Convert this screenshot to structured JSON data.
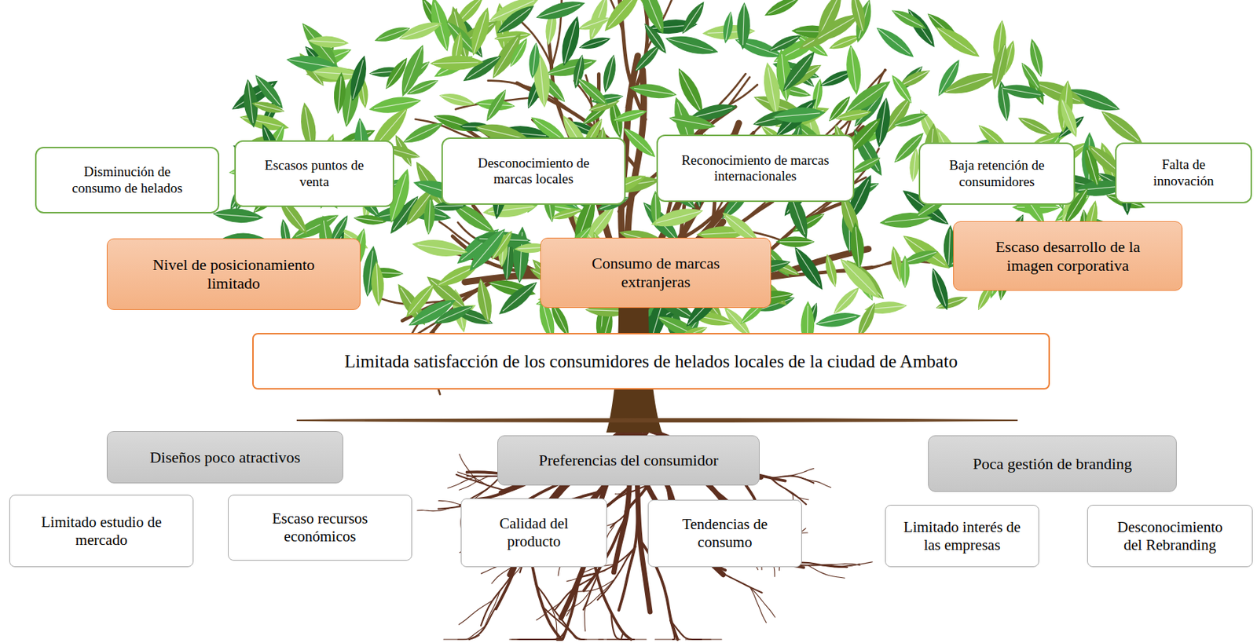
{
  "diagram": {
    "nodes": [
      {
        "text": [
          "Disminución de consumo de helados"
        ]
      },
      {
        "text": [
          "Escasos puntos de venta"
        ]
      },
      {
        "text": [
          "Desconocimiento de marcas locales"
        ]
      },
      {
        "text": [
          "Reconocimiento de marcas internacionales"
        ]
      },
      {
        "text": [
          "Baja retención de consumidores"
        ]
      },
      {
        "text": [
          "Falta de innovación"
        ]
      },
      {
        "text": [
          "Nivel de posicionamiento limitado"
        ]
      },
      {
        "text": [
          "Consumo de marcas extranjeras"
        ]
      },
      {
        "text": [
          "Escaso desarrollo de la imagen corporativa"
        ]
      },
      {
        "text": [
          "Limitada satisfacción de los consumidores de helados locales de la ciudad de Ambato"
        ]
      },
      {
        "text": [
          "Diseños poco atractivos"
        ]
      },
      {
        "text": [
          "Preferencias del consumidor"
        ]
      },
      {
        "text": [
          "Poca gestión de branding"
        ]
      },
      {
        "text": [
          "Limitado estudio de mercado"
        ]
      },
      {
        "text": [
          "Escaso recursos económicos"
        ]
      },
      {
        "text": [
          "Calidad del producto"
        ]
      },
      {
        "text": [
          "Tendencias de consumo"
        ]
      },
      {
        "text": [
          "Limitado interés de las empresas"
        ]
      },
      {
        "text": [
          "Desconocimiento del Rebranding"
        ]
      }
    ]
  }
}
